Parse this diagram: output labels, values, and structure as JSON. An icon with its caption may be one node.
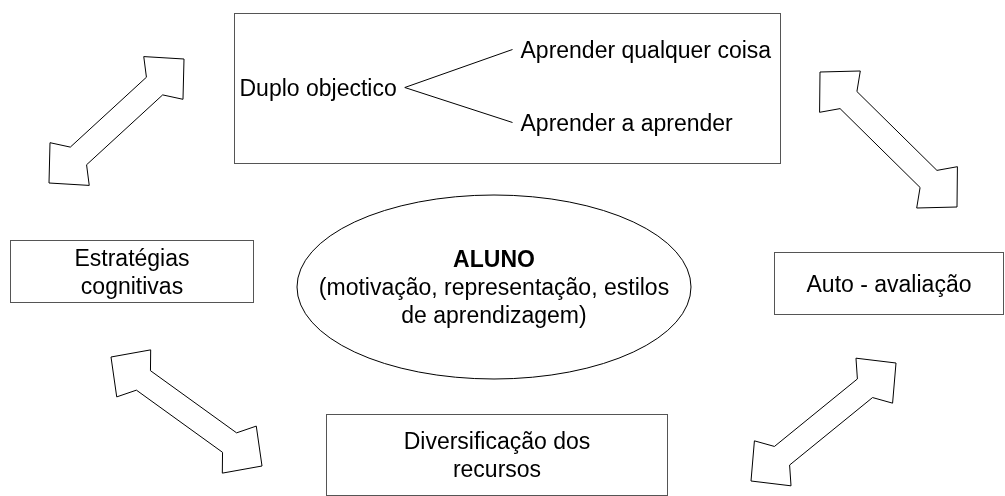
{
  "diagram": {
    "nodes": [
      {
        "text": [],
        "shape": "box"
      },
      {
        "text": [
          "Duplo objectico"
        ],
        "in": 0
      },
      {
        "text": [
          "Aprender qualquer coisa"
        ],
        "in": 0
      },
      {
        "text": [
          "Aprender a aprender"
        ],
        "in": 0
      },
      {
        "text": [
          "Estratégias cognitivas"
        ]
      },
      {
        "text": [
          "ALUNO",
          "(motivação, representação, estilos de aprendizagem)"
        ]
      },
      {
        "text": [
          "Auto - avaliação"
        ]
      },
      {
        "text": [
          "Diversificação dos recursos"
        ]
      }
    ],
    "edges": [
      {
        "from": 1,
        "to": 2,
        "arrow": "none"
      },
      {
        "from": 1,
        "to": 3,
        "arrow": "none"
      },
      {
        "from": 4,
        "to": 0,
        "arrow": "both"
      },
      {
        "from": 0,
        "to": 6,
        "arrow": "both"
      },
      {
        "from": 4,
        "to": 7,
        "arrow": "both"
      },
      {
        "from": 7,
        "to": 6,
        "arrow": "both"
      }
    ]
  }
}
